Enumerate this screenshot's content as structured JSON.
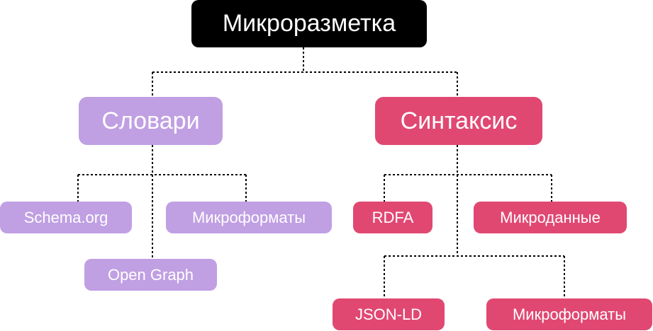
{
  "root": {
    "label": "Микроразметка"
  },
  "vocabularies": {
    "label": "Словари",
    "children": [
      "Schema.org",
      "Микроформаты",
      "Open Graph"
    ]
  },
  "syntax": {
    "label": "Синтаксис",
    "children": [
      "RDFA",
      "Микроданные",
      "JSON-LD",
      "Микроформаты"
    ]
  },
  "colors": {
    "root": "#000000",
    "vocabularies": "#c09fe3",
    "syntax": "#e04872"
  }
}
